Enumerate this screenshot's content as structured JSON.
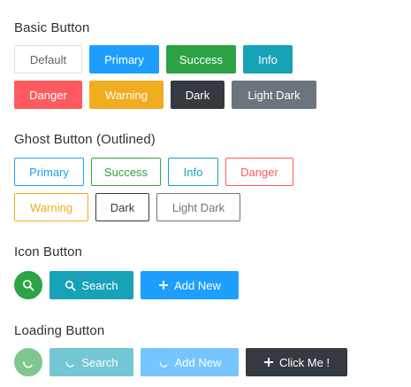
{
  "sections": {
    "basic": "Basic Button",
    "ghost": "Ghost Button (Outlined)",
    "icon": "Icon Button",
    "loading": "Loading Button"
  },
  "basic": {
    "default": "Default",
    "primary": "Primary",
    "success": "Success",
    "info": "Info",
    "danger": "Danger",
    "warning": "Warning",
    "dark": "Dark",
    "light_dark": "Light Dark"
  },
  "ghost": {
    "primary": "Primary",
    "success": "Success",
    "info": "Info",
    "danger": "Danger",
    "warning": "Warning",
    "dark": "Dark",
    "light_dark": "Light Dark"
  },
  "icon_buttons": {
    "search": "Search",
    "add_new": "Add New"
  },
  "loading_buttons": {
    "search": "Search",
    "add_new": "Add New",
    "click_me": "Click Me !"
  },
  "icons": {
    "search": "search-icon",
    "plus": "plus-icon",
    "spinner": "spinner-icon"
  },
  "colors": {
    "primary": "#1e9fff",
    "success": "#2ca345",
    "info": "#17a2b8",
    "danger": "#ff5a5f",
    "warning": "#f0ad1f",
    "dark": "#343a40",
    "light_dark": "#6c757d"
  }
}
